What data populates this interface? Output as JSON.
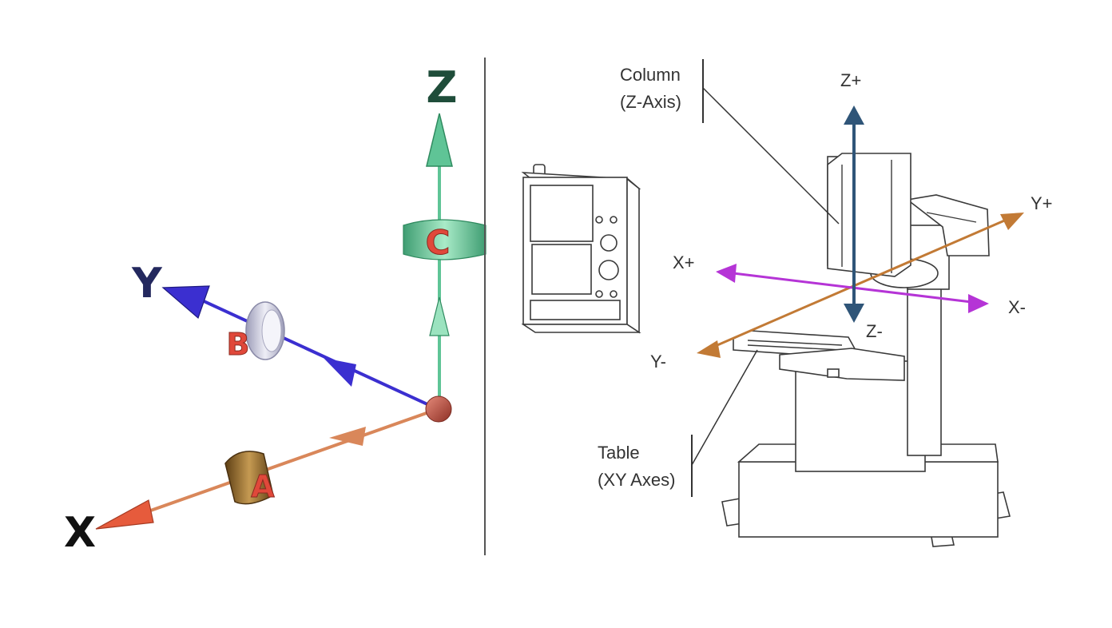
{
  "left_diagram": {
    "axes": {
      "z": {
        "letter": "Z",
        "color": "#1f4d3a",
        "arrow_color": "#5fc496"
      },
      "y": {
        "letter": "Y",
        "color": "#23285e",
        "arrow_color": "#3b2fd0"
      },
      "x": {
        "letter": "X",
        "color": "#111111",
        "arrow_color": "#d9875a"
      }
    },
    "rotations": {
      "c": {
        "letter": "C",
        "band_color": "#6fcf9f"
      },
      "b": {
        "letter": "B",
        "band_color": "#c8c8dc"
      },
      "a": {
        "letter": "A",
        "band_color": "#8a6428"
      }
    },
    "rotation_letter_color": "#e0483a",
    "origin_color": "#c25a4a"
  },
  "right_diagram": {
    "labels": {
      "column_line1": "Column",
      "column_line2": "(Z-Axis)",
      "table_line1": "Table",
      "table_line2": "(XY Axes)",
      "z_plus": "Z+",
      "z_minus": "Z-",
      "x_plus": "X+",
      "x_minus": "X-",
      "y_plus": "Y+",
      "y_minus": "Y-"
    },
    "colors": {
      "z_axis": "#2f5578",
      "x_axis": "#b534d6",
      "y_axis": "#c27a35"
    }
  }
}
